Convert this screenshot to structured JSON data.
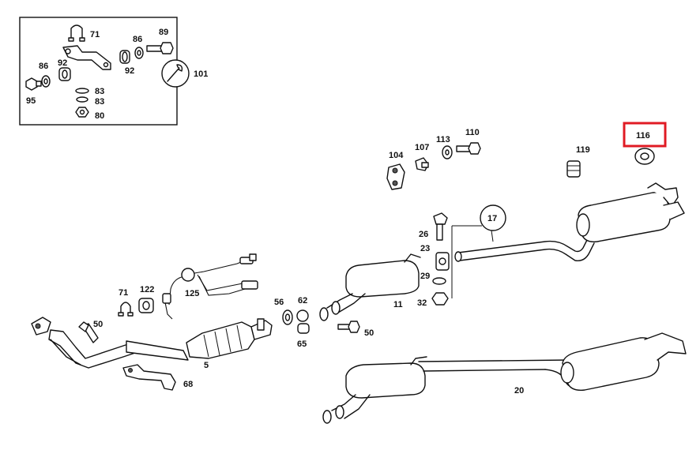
{
  "colors": {
    "highlight": "#e01b24",
    "ink": "#111111"
  },
  "inset_labels": {
    "p71": "71",
    "p86a": "86",
    "p89": "89",
    "p86b": "86",
    "p92a": "92",
    "p92b": "92",
    "p101": "101",
    "p95": "95",
    "p83a": "83",
    "p83b": "83",
    "p80": "80"
  },
  "labels": {
    "p104": "104",
    "p107": "107",
    "p113": "113",
    "p110": "110",
    "p116": "116",
    "p119": "119",
    "p17": "17",
    "p26": "26",
    "p23": "23",
    "p29": "29",
    "p32": "32",
    "p11": "11",
    "p71": "71",
    "p122": "122",
    "p125": "125",
    "p50a": "50",
    "p5": "5",
    "p68": "68",
    "p56": "56",
    "p62": "62",
    "p65": "65",
    "p50b": "50",
    "p20": "20"
  },
  "highlighted_part": "116"
}
